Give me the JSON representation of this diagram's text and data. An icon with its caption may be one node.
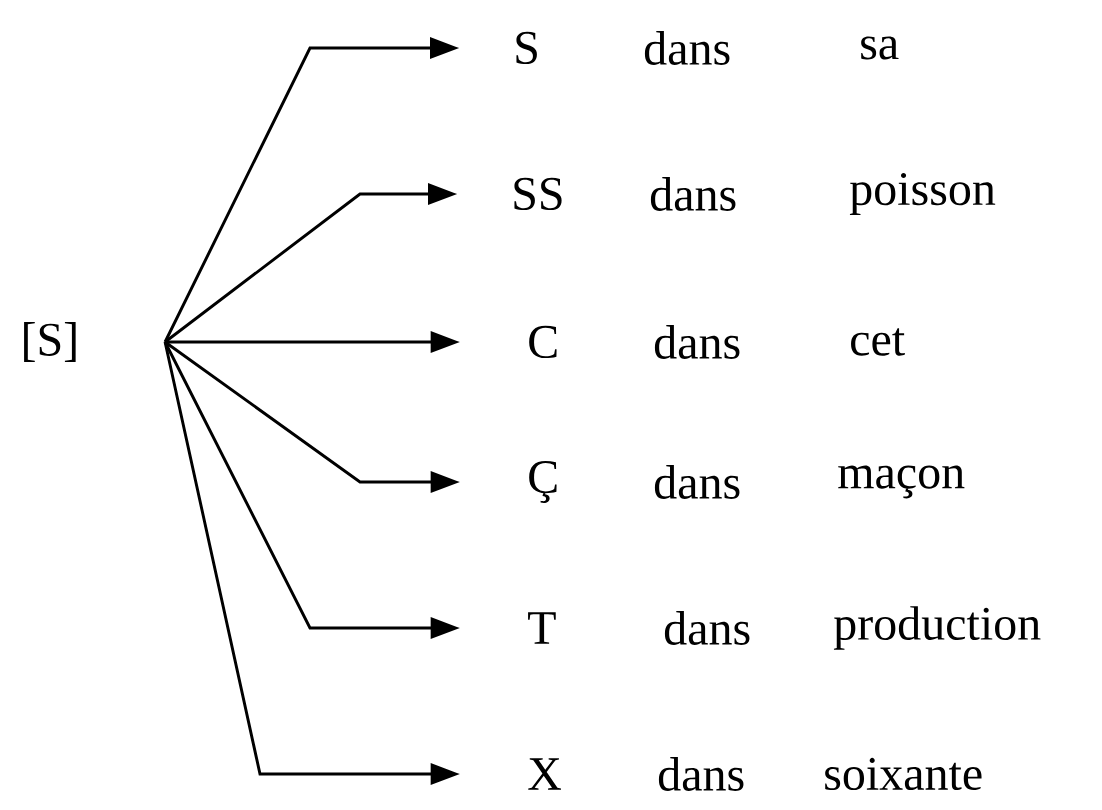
{
  "diagram": {
    "nodes": [
      {
        "text": [
          "[S]"
        ]
      },
      {
        "text": [
          "S"
        ],
        "beside": [
          "dans",
          "sa"
        ]
      },
      {
        "text": [
          "SS"
        ],
        "beside": [
          "dans",
          "poisson"
        ]
      },
      {
        "text": [
          "C"
        ],
        "beside": [
          "dans",
          "cet"
        ]
      },
      {
        "text": [
          "Ç"
        ],
        "beside": [
          "dans",
          "maçon"
        ]
      },
      {
        "text": [
          "T"
        ],
        "beside": [
          "dans",
          "production"
        ]
      },
      {
        "text": [
          "X"
        ],
        "beside": [
          "dans",
          "soixante"
        ]
      }
    ],
    "edges": [
      {
        "from": 0,
        "to": 1,
        "arrow": "to"
      },
      {
        "from": 0,
        "to": 2,
        "arrow": "to"
      },
      {
        "from": 0,
        "to": 3,
        "arrow": "to"
      },
      {
        "from": 0,
        "to": 4,
        "arrow": "to"
      },
      {
        "from": 0,
        "to": 5,
        "arrow": "to"
      },
      {
        "from": 0,
        "to": 6,
        "arrow": "to"
      }
    ]
  }
}
